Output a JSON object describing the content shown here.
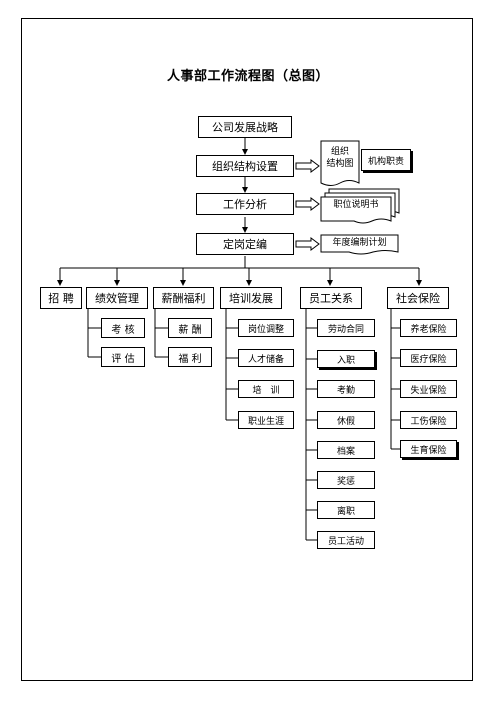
{
  "title": "人事部工作流程图（总图）",
  "main_flow": [
    "公司发展战略",
    "组织结构设置",
    "工作分析",
    "定岗定编"
  ],
  "outputs": {
    "org_chart": "组织\n结构图",
    "job_duties": "机构职责",
    "job_description": "职位说明书",
    "annual_plan": "年度编制计划"
  },
  "departments": [
    {
      "label": "招 聘",
      "items": []
    },
    {
      "label": "绩效管理",
      "items": [
        "考 核",
        "评 估"
      ]
    },
    {
      "label": "薪酬福利",
      "items": [
        "薪 酬",
        "福 利"
      ]
    },
    {
      "label": "培训发展",
      "items": [
        "岗位调整",
        "人才储备",
        "培　训",
        "职业生涯"
      ]
    },
    {
      "label": "员工关系",
      "items": [
        "劳动合同",
        "入职",
        "考勤",
        "休假",
        "档案",
        "奖惩",
        "离职",
        "员工活动"
      ]
    },
    {
      "label": "社会保险",
      "items": [
        "养老保险",
        "医疗保险",
        "失业保险",
        "工伤保险",
        "生育保险"
      ]
    }
  ]
}
